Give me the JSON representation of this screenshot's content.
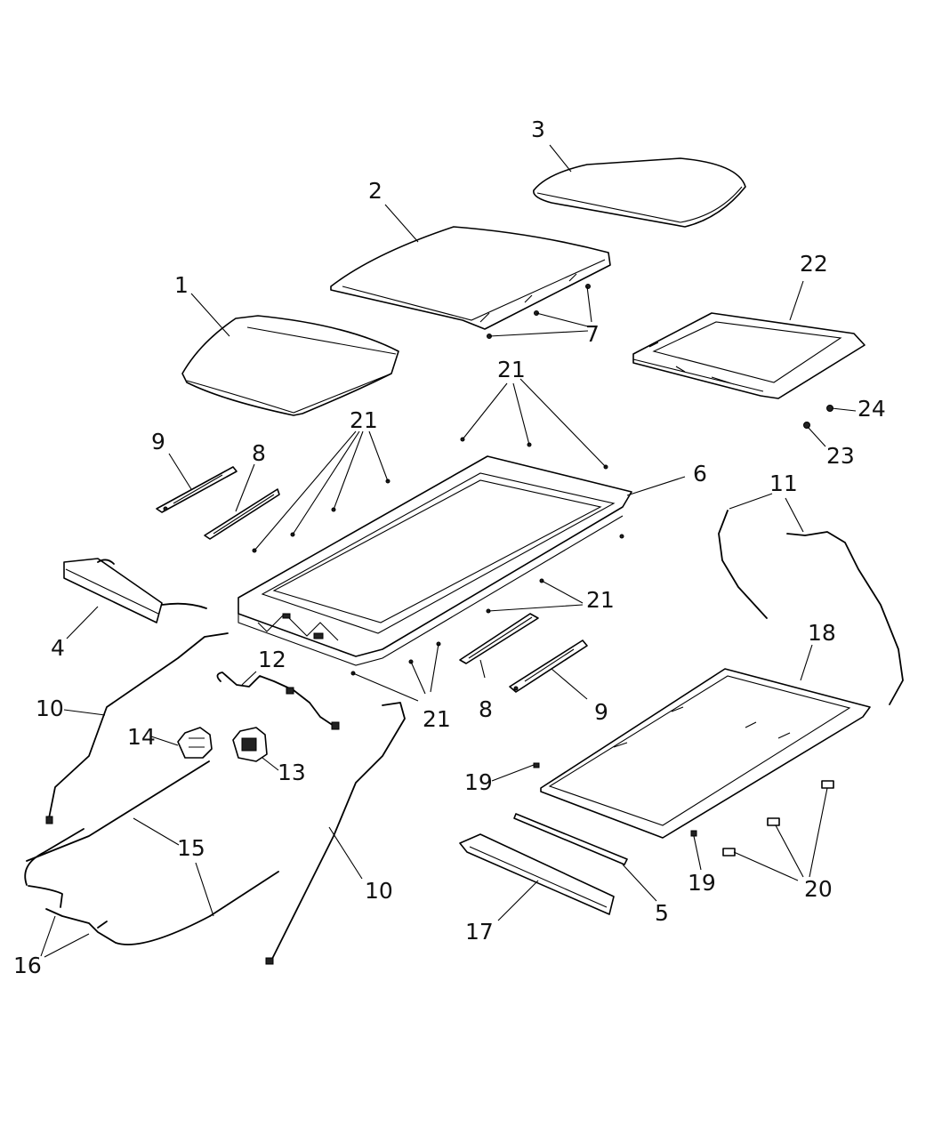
{
  "callouts": [
    {
      "id": "c1",
      "text": "1"
    },
    {
      "id": "c2",
      "text": "2"
    },
    {
      "id": "c3",
      "text": "3"
    },
    {
      "id": "c4",
      "text": "4"
    },
    {
      "id": "c5",
      "text": "5"
    },
    {
      "id": "c6",
      "text": "6"
    },
    {
      "id": "c7",
      "text": "7"
    },
    {
      "id": "c8a",
      "text": "8"
    },
    {
      "id": "c8b",
      "text": "8"
    },
    {
      "id": "c9a",
      "text": "9"
    },
    {
      "id": "c9b",
      "text": "9"
    },
    {
      "id": "c10a",
      "text": "10"
    },
    {
      "id": "c10b",
      "text": "10"
    },
    {
      "id": "c11",
      "text": "11"
    },
    {
      "id": "c12",
      "text": "12"
    },
    {
      "id": "c13",
      "text": "13"
    },
    {
      "id": "c14",
      "text": "14"
    },
    {
      "id": "c15",
      "text": "15"
    },
    {
      "id": "c16",
      "text": "16"
    },
    {
      "id": "c17",
      "text": "17"
    },
    {
      "id": "c18",
      "text": "18"
    },
    {
      "id": "c19a",
      "text": "19"
    },
    {
      "id": "c19b",
      "text": "19"
    },
    {
      "id": "c20",
      "text": "20"
    },
    {
      "id": "c21a",
      "text": "21"
    },
    {
      "id": "c21b",
      "text": "21"
    },
    {
      "id": "c21c",
      "text": "21"
    },
    {
      "id": "c21d",
      "text": "21"
    },
    {
      "id": "c22",
      "text": "22"
    },
    {
      "id": "c23",
      "text": "23"
    },
    {
      "id": "c24",
      "text": "24"
    }
  ]
}
